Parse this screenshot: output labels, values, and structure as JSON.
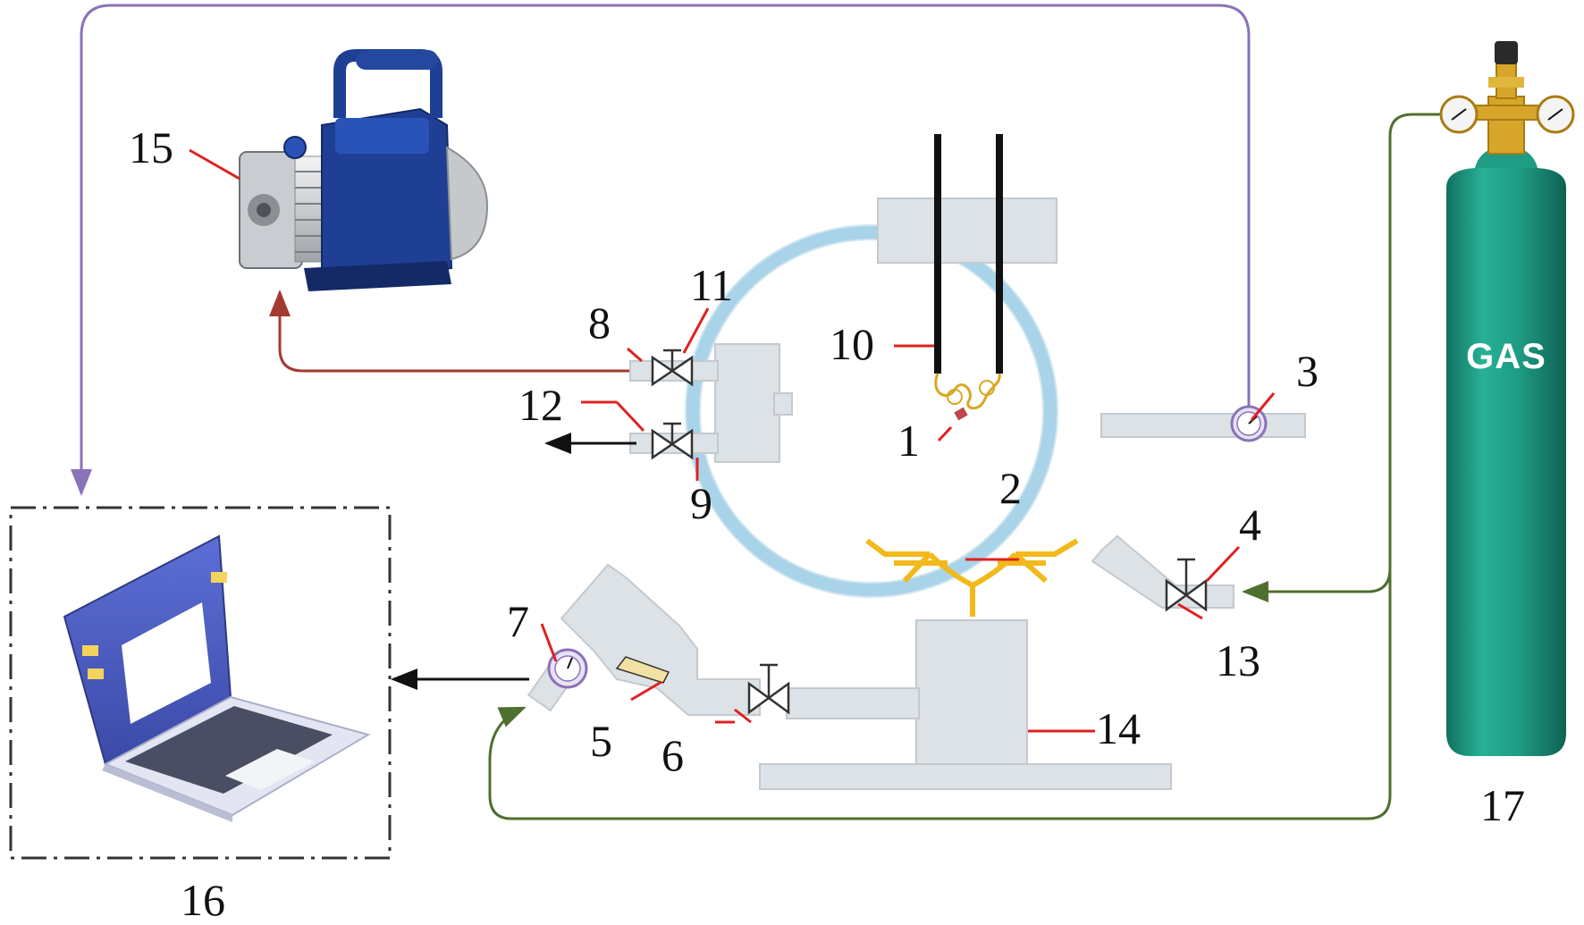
{
  "labels": {
    "n1": "1",
    "n2": "2",
    "n3": "3",
    "n4": "4",
    "n5": "5",
    "n6": "6",
    "n7": "7",
    "n8": "8",
    "n9": "9",
    "n10": "10",
    "n11": "11",
    "n12": "12",
    "n13": "13",
    "n14": "14",
    "n15": "15",
    "n16": "16",
    "n17": "17"
  },
  "cylinder_text": "GAS",
  "colors": {
    "purple_line": "#8a72b8",
    "green_line": "#4f6f2e",
    "red_line": "#a33a32",
    "leader_red": "#e02020",
    "chamber_fill": "#dde2e6",
    "ring": "#a9d3e8",
    "cylinder": "#1f9c84",
    "brass": "#d6a52a",
    "pump_blue": "#1f3f94",
    "yellow_holder": "#f2b91c"
  }
}
